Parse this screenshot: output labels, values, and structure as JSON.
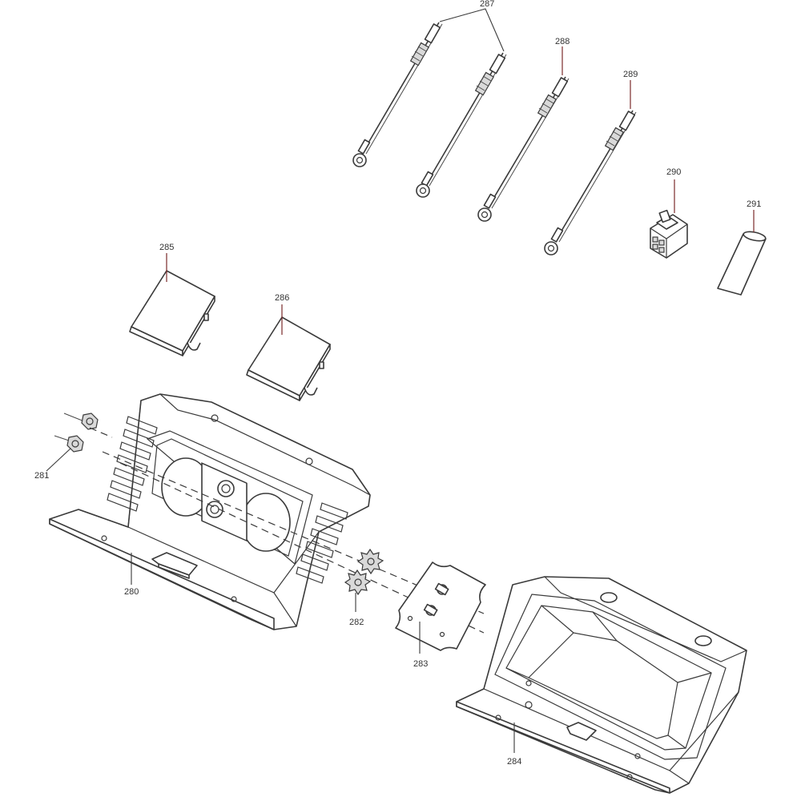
{
  "diagram": {
    "callouts": [
      {
        "id": "281",
        "text": "281"
      },
      {
        "id": "280",
        "text": "280"
      },
      {
        "id": "282",
        "text": "282"
      },
      {
        "id": "283",
        "text": "283"
      },
      {
        "id": "284",
        "text": "284"
      },
      {
        "id": "285",
        "text": "285"
      },
      {
        "id": "286",
        "text": "286"
      },
      {
        "id": "287",
        "text": "287"
      },
      {
        "id": "288",
        "text": "288"
      },
      {
        "id": "289",
        "text": "289"
      },
      {
        "id": "290",
        "text": "290"
      },
      {
        "id": "291",
        "text": "291"
      }
    ],
    "colors": {
      "line": "#3a3a3a",
      "leader": "#7a2a2a",
      "background": "#ffffff"
    }
  }
}
